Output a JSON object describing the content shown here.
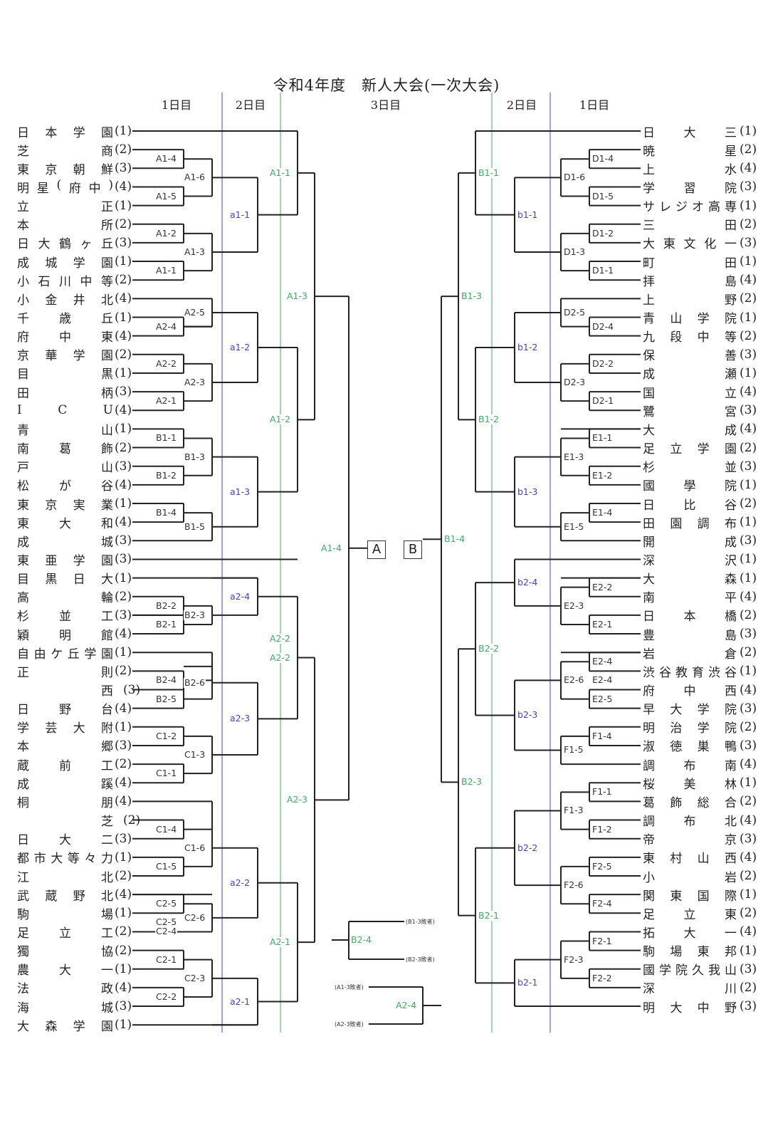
{
  "title": "令和4年度　新人大会(一次大会)",
  "day_headers": {
    "day1": "1日目",
    "day2": "2日目",
    "day3": "3日目"
  },
  "left_teams": [
    {
      "name": "日本学園",
      "seed": "(1)"
    },
    {
      "name": "芝商",
      "seed": "(2)"
    },
    {
      "name": "東京朝鮮",
      "seed": "(3)"
    },
    {
      "name": "明星(府中)",
      "seed": "(4)"
    },
    {
      "name": "立正",
      "seed": "(1)"
    },
    {
      "name": "本所",
      "seed": "(2)"
    },
    {
      "name": "日大鶴ヶ丘",
      "seed": "(3)"
    },
    {
      "name": "成城学園",
      "seed": "(1)"
    },
    {
      "name": "小石川中等",
      "seed": "(2)"
    },
    {
      "name": "小金井北",
      "seed": "(4)"
    },
    {
      "name": "千歳丘",
      "seed": "(1)"
    },
    {
      "name": "府中東",
      "seed": "(4)"
    },
    {
      "name": "京華学園",
      "seed": "(2)"
    },
    {
      "name": "目黒",
      "seed": "(1)"
    },
    {
      "name": "田柄",
      "seed": "(3)"
    },
    {
      "name": "ICU",
      "seed": "(4)"
    },
    {
      "name": "青山",
      "seed": "(1)"
    },
    {
      "name": "南葛飾",
      "seed": "(2)"
    },
    {
      "name": "戸山",
      "seed": "(3)"
    },
    {
      "name": "松が谷",
      "seed": "(4)"
    },
    {
      "name": "東京実業",
      "seed": "(1)"
    },
    {
      "name": "東大和",
      "seed": "(4)"
    },
    {
      "name": "成城",
      "seed": "(3)"
    },
    {
      "name": "東亜学園",
      "seed": "(3)"
    },
    {
      "name": "目黒日大",
      "seed": "(1)"
    },
    {
      "name": "高輪",
      "seed": "(2)"
    },
    {
      "name": "杉並工",
      "seed": "(3)"
    },
    {
      "name": "穎明館",
      "seed": "(4)"
    },
    {
      "name": "自由ケ丘学園",
      "seed": "(1)"
    },
    {
      "name": "正則",
      "seed": "(2)"
    },
    {
      "name": "西",
      "seed": "(3)"
    },
    {
      "name": "日野台",
      "seed": "(4)"
    },
    {
      "name": "学芸大附",
      "seed": "(1)"
    },
    {
      "name": "本郷",
      "seed": "(3)"
    },
    {
      "name": "蔵前工",
      "seed": "(2)"
    },
    {
      "name": "成蹊",
      "seed": "(4)"
    },
    {
      "name": "桐朋",
      "seed": "(4)"
    },
    {
      "name": "芝",
      "seed": "(2)"
    },
    {
      "name": "日大二",
      "seed": "(3)"
    },
    {
      "name": "都市大等々力",
      "seed": "(1)"
    },
    {
      "name": "江北",
      "seed": "(2)"
    },
    {
      "name": "武蔵野北",
      "seed": "(4)"
    },
    {
      "name": "駒場",
      "seed": "(1)"
    },
    {
      "name": "足立工",
      "seed": "(2)"
    },
    {
      "name": "獨協",
      "seed": "(2)"
    },
    {
      "name": "農大一",
      "seed": "(1)"
    },
    {
      "name": "法政",
      "seed": "(4)"
    },
    {
      "name": "海城",
      "seed": "(3)"
    },
    {
      "name": "大森学園",
      "seed": "(1)"
    }
  ],
  "right_teams": [
    {
      "name": "日大三",
      "seed": "(1)"
    },
    {
      "name": "暁星",
      "seed": "(2)"
    },
    {
      "name": "上水",
      "seed": "(4)"
    },
    {
      "name": "学習院",
      "seed": "(3)"
    },
    {
      "name": "サレジオ高専",
      "seed": "(1)"
    },
    {
      "name": "三田",
      "seed": "(2)"
    },
    {
      "name": "大東文化一",
      "seed": "(3)"
    },
    {
      "name": "町田",
      "seed": "(1)"
    },
    {
      "name": "拝島",
      "seed": "(4)"
    },
    {
      "name": "上野",
      "seed": "(2)"
    },
    {
      "name": "青山学院",
      "seed": "(1)"
    },
    {
      "name": "九段中等",
      "seed": "(2)"
    },
    {
      "name": "保善",
      "seed": "(3)"
    },
    {
      "name": "成瀬",
      "seed": "(1)"
    },
    {
      "name": "国立",
      "seed": "(4)"
    },
    {
      "name": "鷺宮",
      "seed": "(3)"
    },
    {
      "name": "大成",
      "seed": "(4)"
    },
    {
      "name": "足立学園",
      "seed": "(2)"
    },
    {
      "name": "杉並",
      "seed": "(3)"
    },
    {
      "name": "國學院",
      "seed": "(1)"
    },
    {
      "name": "日比谷",
      "seed": "(2)"
    },
    {
      "name": "田園調布",
      "seed": "(1)"
    },
    {
      "name": "開成",
      "seed": "(3)"
    },
    {
      "name": "深沢",
      "seed": "(1)"
    },
    {
      "name": "大森",
      "seed": "(1)"
    },
    {
      "name": "南平",
      "seed": "(4)"
    },
    {
      "name": "日本橋",
      "seed": "(2)"
    },
    {
      "name": "豊島",
      "seed": "(3)"
    },
    {
      "name": "岩倉",
      "seed": "(2)"
    },
    {
      "name": "渋谷教育渋谷",
      "seed": "(1)"
    },
    {
      "name": "府中西",
      "seed": "(4)"
    },
    {
      "name": "早大学院",
      "seed": "(3)"
    },
    {
      "name": "明治学院",
      "seed": "(2)"
    },
    {
      "name": "淑徳巣鴨",
      "seed": "(3)"
    },
    {
      "name": "調布南",
      "seed": "(4)"
    },
    {
      "name": "桜美林",
      "seed": "(1)"
    },
    {
      "name": "葛飾総合",
      "seed": "(2)"
    },
    {
      "name": "調布北",
      "seed": "(4)"
    },
    {
      "name": "帝京",
      "seed": "(3)"
    },
    {
      "name": "東村山西",
      "seed": "(4)"
    },
    {
      "name": "小岩",
      "seed": "(2)"
    },
    {
      "name": "関東国際",
      "seed": "(1)"
    },
    {
      "name": "足立東",
      "seed": "(2)"
    },
    {
      "name": "拓大一",
      "seed": "(4)"
    },
    {
      "name": "駒場東邦",
      "seed": "(1)"
    },
    {
      "name": "國学院久我山",
      "seed": "(3)"
    },
    {
      "name": "深川",
      "seed": "(2)"
    },
    {
      "name": "明大中野",
      "seed": "(3)"
    }
  ],
  "left_matches": {
    "A1-4": "A1-4",
    "A1-5": "A1-5",
    "A1-6": "A1-6",
    "A1-2": "A1-2",
    "A1-1": "A1-1",
    "A1-3": "A1-3",
    "A2-5": "A2-5",
    "A2-4": "A2-4",
    "A2-2": "A2-2",
    "A2-1": "A2-1",
    "A2-3": "A2-3",
    "B1-1": "B1-1",
    "B1-2": "B1-2",
    "B1-3": "B1-3",
    "B1-4": "B1-4",
    "B1-5": "B1-5",
    "B2-2": "B2-2",
    "B2-1": "B2-1",
    "B2-3": "B2-3",
    "B2-4": "B2-4",
    "B2-5": "B2-5",
    "B2-6": "B2-6",
    "C1-2": "C1-2",
    "C1-1": "C1-1",
    "C1-3": "C1-3",
    "C1-4": "C1-4",
    "C1-5": "C1-5",
    "C1-6": "C1-6",
    "C2-5": "C2-5",
    "C2-4": "C2-4",
    "C2-6": "C2-6",
    "C2-1": "C2-1",
    "C2-2": "C2-2",
    "C2-3": "C2-3",
    "a1-1": "a1-1",
    "a1-2": "a1-2",
    "a1-3": "a1-3",
    "a2-4": "a2-4",
    "a2-3": "a2-3",
    "a2-2": "a2-2",
    "a2-1": "a2-1",
    "R3A1-1": "A1-1",
    "R3A1-2": "A1-2",
    "R3A1-3": "A1-3",
    "R3A1-4": "A1-4",
    "R3A2-2": "A2-2",
    "R3A2-1": "A2-1",
    "R3A2-3": "A2-3"
  },
  "right_matches": {
    "D1-4": "D1-4",
    "D1-5": "D1-5",
    "D1-6": "D1-6",
    "D1-2": "D1-2",
    "D1-1": "D1-1",
    "D1-3": "D1-3",
    "D2-5": "D2-5",
    "D2-4": "D2-4",
    "D2-2": "D2-2",
    "D2-1": "D2-1",
    "D2-3": "D2-3",
    "E1-1": "E1-1",
    "E1-2": "E1-2",
    "E1-3": "E1-3",
    "E1-4": "E1-4",
    "E1-5": "E1-5",
    "E2-2": "E2-2",
    "E2-1": "E2-1",
    "E2-3": "E2-3",
    "E2-4": "E2-4",
    "E2-5": "E2-5",
    "E2-6": "E2-6",
    "F1-4": "F1-4",
    "F1-5": "F1-5",
    "F1-1": "F1-1",
    "F1-2": "F1-2",
    "F1-3": "F1-3",
    "F2-5": "F2-5",
    "F2-4": "F2-4",
    "F2-6": "F2-6",
    "F2-1": "F2-1",
    "F2-2": "F2-2",
    "F2-3": "F2-3",
    "b1-1": "b1-1",
    "b1-2": "b1-2",
    "b1-3": "b1-3",
    "b2-4": "b2-4",
    "b2-3": "b2-3",
    "b2-2": "b2-2",
    "b2-1": "b2-1",
    "B1-1": "B1-1",
    "B1-3": "B1-3",
    "B1-2": "B1-2",
    "B1-4": "B1-4",
    "B2-2": "B2-2",
    "B2-3": "B2-3",
    "B2-1": "B2-1"
  },
  "finals": {
    "box_a": "A",
    "box_b": "B",
    "b2_4": "B2-4",
    "a2_4": "A2-4"
  },
  "loser_notes": {
    "b1_3": "(B1-3敗者)",
    "b2_3": "(B2-3敗者)",
    "a1_3": "(A1-3敗者)",
    "a2_3": "(A2-3敗者)"
  },
  "colors": {
    "line": "#222222",
    "day2_line": "#4444bb",
    "day3_line": "#44aa66"
  }
}
